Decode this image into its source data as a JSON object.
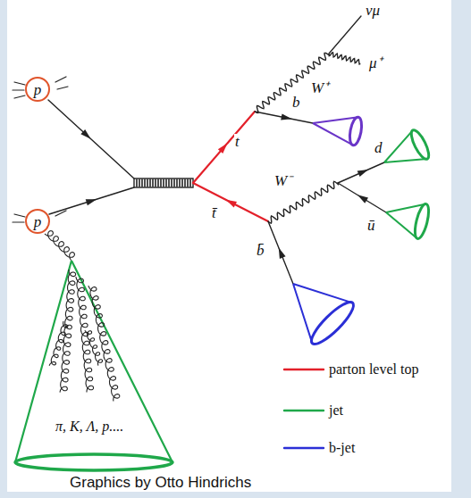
{
  "diagram": {
    "nodes": [
      {
        "text": [
          "p"
        ]
      },
      {
        "text": [
          "p"
        ]
      },
      {
        "text": [
          "π, K, Λ, p...."
        ]
      }
    ],
    "labels": [
      "νμ",
      "μ⁺",
      "W⁺",
      "b",
      "t",
      "t̄",
      "W⁻",
      "d",
      "ū",
      "b̄"
    ],
    "legend": [
      {
        "text": "parton level top"
      },
      {
        "text": "jet"
      },
      {
        "text": "b-jet"
      }
    ],
    "caption": "Graphics by Otto Hindrichs"
  }
}
